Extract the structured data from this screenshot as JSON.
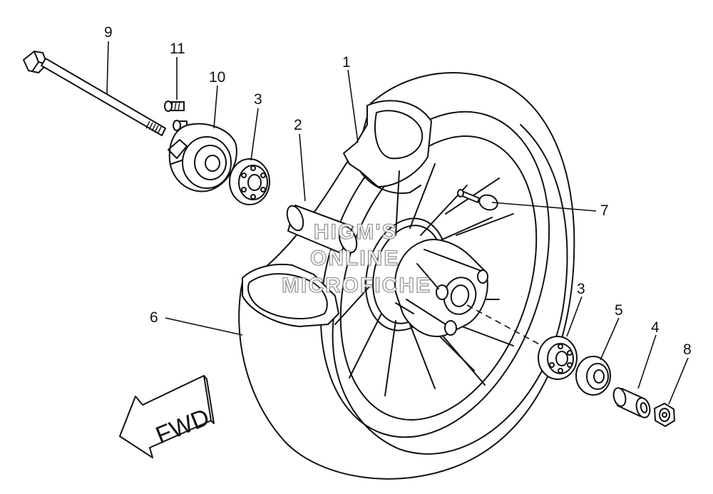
{
  "diagram": {
    "callouts": {
      "c1": "1",
      "c2": "2",
      "c3a": "3",
      "c3b": "3",
      "c4": "4",
      "c5": "5",
      "c6": "6",
      "c7": "7",
      "c8": "8",
      "c9": "9",
      "c10": "10",
      "c11": "11"
    },
    "fwd_label": "FWD",
    "watermark": {
      "line1": "HIGM'S",
      "line2": "ONLINE",
      "line3": "MICROFICHE"
    },
    "colors": {
      "ink": "#111111",
      "paper": "#ffffff",
      "watermark": "#8a8a8a"
    }
  }
}
